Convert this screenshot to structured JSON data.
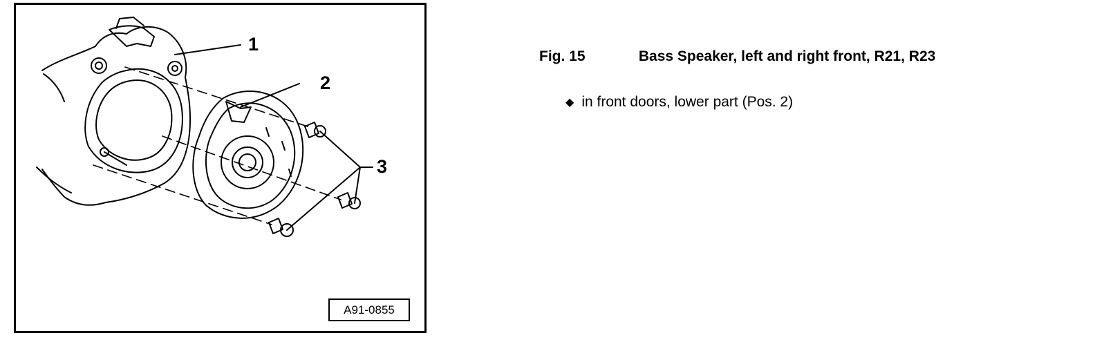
{
  "figure": {
    "callouts": [
      "1",
      "2",
      "3"
    ],
    "figure_id": "A91-0855"
  },
  "caption": {
    "fig_number": "Fig. 15",
    "title": "Bass Speaker, left and right front, R21, R23"
  },
  "notes": [
    {
      "bullet_icon": "diamond-bullet-icon",
      "text": "in front doors, lower part (Pos. 2)"
    }
  ]
}
